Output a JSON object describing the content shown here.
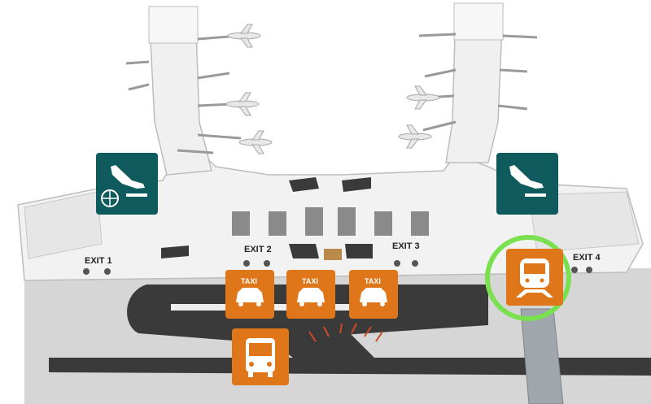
{
  "map": {
    "exits": [
      "EXIT 1",
      "EXIT 2",
      "EXIT 3",
      "EXIT 4"
    ],
    "taxi_stands": [
      "TAXI",
      "TAXI",
      "TAXI"
    ],
    "tiles": [
      {
        "name": "international-arrivals-tile",
        "icon": "plane-landing-globe-icon"
      },
      {
        "name": "domestic-arrivals-tile",
        "icon": "plane-landing-icon"
      },
      {
        "name": "taxi-stand-1",
        "icon": "taxi-icon"
      },
      {
        "name": "taxi-stand-2",
        "icon": "taxi-icon"
      },
      {
        "name": "taxi-stand-3",
        "icon": "taxi-icon"
      },
      {
        "name": "bus-stop-tile",
        "icon": "bus-icon"
      },
      {
        "name": "train-station-tile",
        "icon": "train-icon",
        "highlighted": true
      }
    ]
  },
  "colors": {
    "arrivals_tile": "#0f5a5c",
    "transport_tile": "#e0761a",
    "highlight_ring": "#7be04f",
    "road": "#3a3a3a",
    "ground": "#d6d6d6",
    "terminal": "#f2f2f2"
  }
}
